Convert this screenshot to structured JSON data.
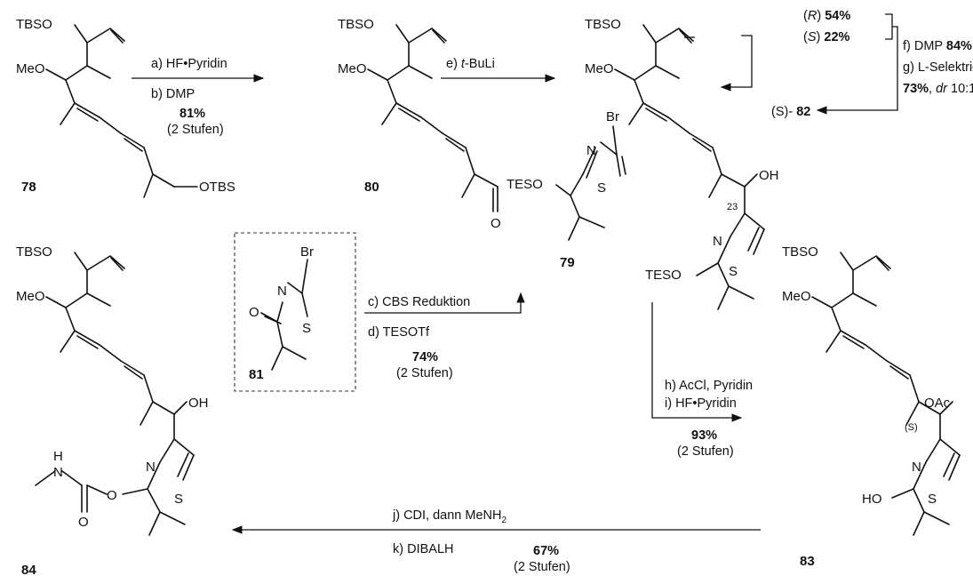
{
  "compounds": {
    "c78": {
      "label": "78"
    },
    "c80": {
      "label": "80"
    },
    "c79": {
      "label": "79"
    },
    "c81": {
      "label": "81"
    },
    "c82": {
      "label": "82"
    },
    "c83": {
      "label": "83"
    },
    "c84": {
      "label": "84"
    }
  },
  "atoms": {
    "tbso": "TBSO",
    "meo": "MeO",
    "otbs": "OTBS",
    "o": "O",
    "oh": "OH",
    "br": "Br",
    "n": "N",
    "s": "S",
    "teso": "TESO",
    "oac": "OAc",
    "ho": "HO",
    "nh_h": "H",
    "nh_n": "N",
    "stereo_23": "23",
    "stereo_s": "(S)"
  },
  "steps": {
    "a": "a) HF•Pyridin",
    "b": "b) DMP",
    "ab_yield": "81%",
    "ab_stages": "(2 Stufen)",
    "e_prefix": "e) ",
    "e_reagent": "t",
    "e_rest": "-BuLi",
    "c": "c) CBS Reduktion",
    "d": "d) TESOTf",
    "cd_yield": "74%",
    "cd_stages": "(2 Stufen)",
    "r_paren_open": "(",
    "r_letter": "R",
    "r_paren_close": ") ",
    "r_yield": "54%",
    "s_paren_open": "(",
    "s_letter": "S",
    "s_paren_close": ") ",
    "s_yield": "22%",
    "f": "f) DMP ",
    "f_yield": "84%",
    "g": "g) L-Selektrid",
    "g_yield": "73%",
    "g_dr_label": "dr",
    "g_dr_value": " 10:1",
    "g_sep": ", ",
    "product_82_prefix": "(S)- ",
    "h": "h) AcCl, Pyridin",
    "i": "i) HF•Pyridin",
    "hi_yield": "93%",
    "hi_stages": "(2 Stufen)",
    "j_prefix": "j) CDI, dann MeNH",
    "j_sub": "2",
    "k": "k) DIBALH",
    "jk_yield": "67%",
    "jk_stages": "(2 Stufen)"
  }
}
